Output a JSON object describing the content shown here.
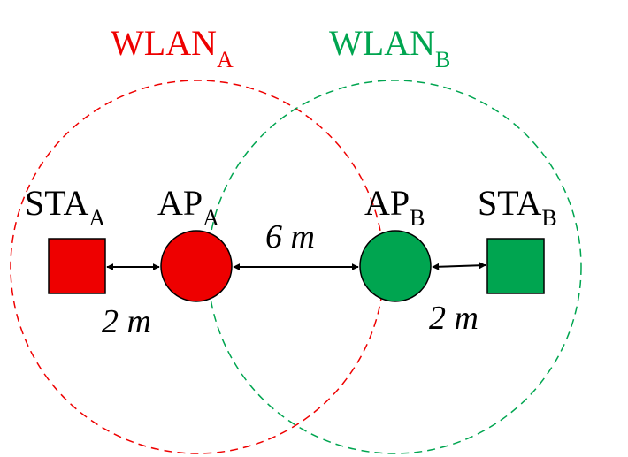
{
  "colors": {
    "red": "#ee0000",
    "green": "#00a550",
    "black": "#000000"
  },
  "wlan_a": {
    "base": "WLAN",
    "sub": "A"
  },
  "wlan_b": {
    "base": "WLAN",
    "sub": "B"
  },
  "sta_a": {
    "base": "STA",
    "sub": "A"
  },
  "ap_a": {
    "base": "AP",
    "sub": "A"
  },
  "ap_b": {
    "base": "AP",
    "sub": "B"
  },
  "sta_b": {
    "base": "STA",
    "sub": "B"
  },
  "distances": {
    "sta_a_to_ap_a": "2 m",
    "ap_a_to_ap_b": "6 m",
    "ap_b_to_sta_b": "2 m"
  }
}
